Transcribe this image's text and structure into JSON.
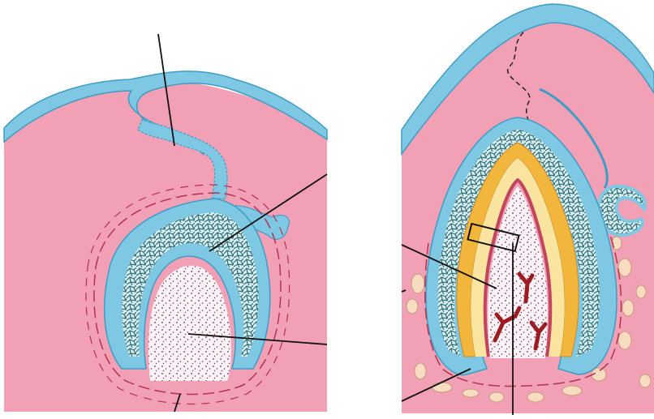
{
  "figure": {
    "panels": [
      {
        "id": "left",
        "stage": "bell"
      },
      {
        "id": "right",
        "stage": "crown"
      }
    ],
    "colors": {
      "background": "#ffffff",
      "mesenchyme": "#f2a0b5",
      "epithelium": "#7ec8e3",
      "epithelium_edge": "#3f9cc4",
      "stellate_reticulum": "#d9eef2",
      "reticulum_mesh": "#2f6f73",
      "dental_papilla": "#fbf3f6",
      "papilla_dots": "#7a2a55",
      "enamel": "#f3b63c",
      "dentin": "#fbe3a0",
      "odontoblast_layer": "#c2455f",
      "blood_vessels": "#9b1c22",
      "bone": "#f7dcc2",
      "follicle_lines": "#b4324f",
      "label_lines": "#111111"
    }
  }
}
